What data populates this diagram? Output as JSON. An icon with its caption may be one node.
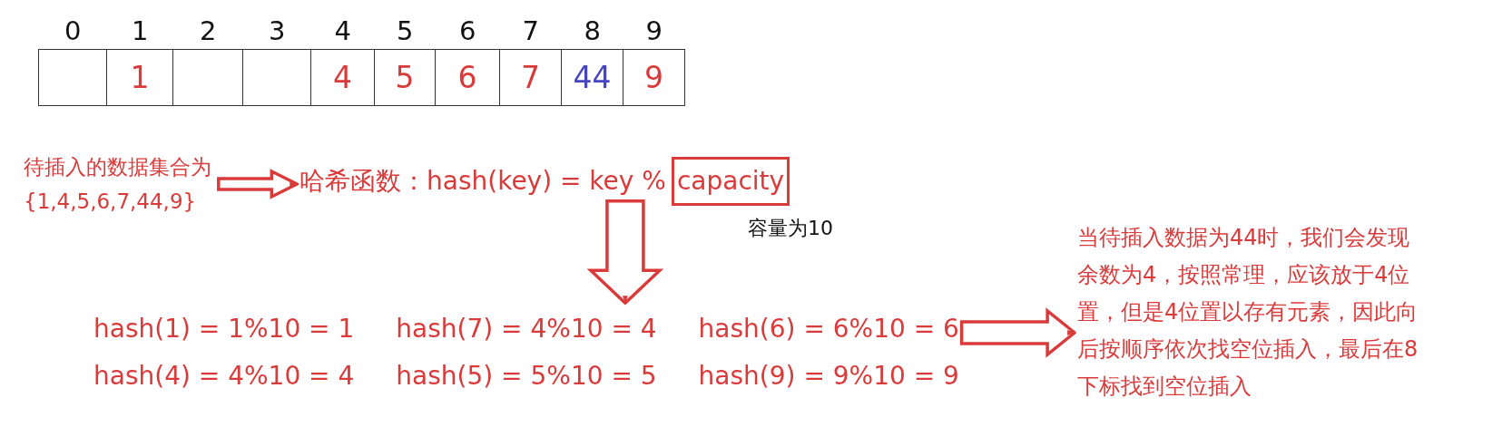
{
  "diagram": {
    "nodes": [
      {
        "text": [],
        "shape": "box",
        "beside": [
          "0"
        ]
      },
      {
        "text": [
          "1"
        ],
        "beside": [
          "1"
        ]
      },
      {
        "text": [],
        "shape": "box",
        "beside": [
          "2"
        ]
      },
      {
        "text": [],
        "shape": "box",
        "beside": [
          "3"
        ]
      },
      {
        "text": [
          "4"
        ],
        "beside": [
          "4"
        ]
      },
      {
        "text": [
          "5"
        ],
        "beside": [
          "5"
        ]
      },
      {
        "text": [
          "6"
        ],
        "beside": [
          "6"
        ]
      },
      {
        "text": [
          "7"
        ],
        "beside": [
          "7"
        ]
      },
      {
        "text": [
          "44"
        ],
        "beside": [
          "8"
        ]
      },
      {
        "text": [
          "9"
        ],
        "beside": [
          "9"
        ]
      },
      {
        "text": [
          "待插入的数据集合为{1,4,5,6,7,44,9}"
        ]
      },
      {
        "text": [
          "哈希函数：hash(key) = key %"
        ]
      },
      {
        "text": [
          "capacity"
        ],
        "beside": [
          "容量为10"
        ]
      },
      {
        "text": [
          "hash(1) = 1%10 = 1",
          "hash(7) = 4%10 = 4",
          "hash(6) = 6%10 = 6",
          "hash(4) = 4%10 = 4",
          "hash(5) = 5%10 = 5",
          "hash(9) = 9%10 = 9"
        ]
      },
      {
        "text": [
          "当待插入数据为44时，我们会发现余数为4，按照常理，应该放于4位置，但是4位置以存有元素，因此向后按顺序依次找空位插入，最后在8下标找到空位插入"
        ]
      }
    ],
    "edges": [
      {
        "from": 10,
        "to": 11,
        "arrow": "to"
      },
      {
        "from": 11,
        "to": 13,
        "arrow": "to"
      },
      {
        "from": 13,
        "to": 14,
        "arrow": "to"
      }
    ]
  }
}
